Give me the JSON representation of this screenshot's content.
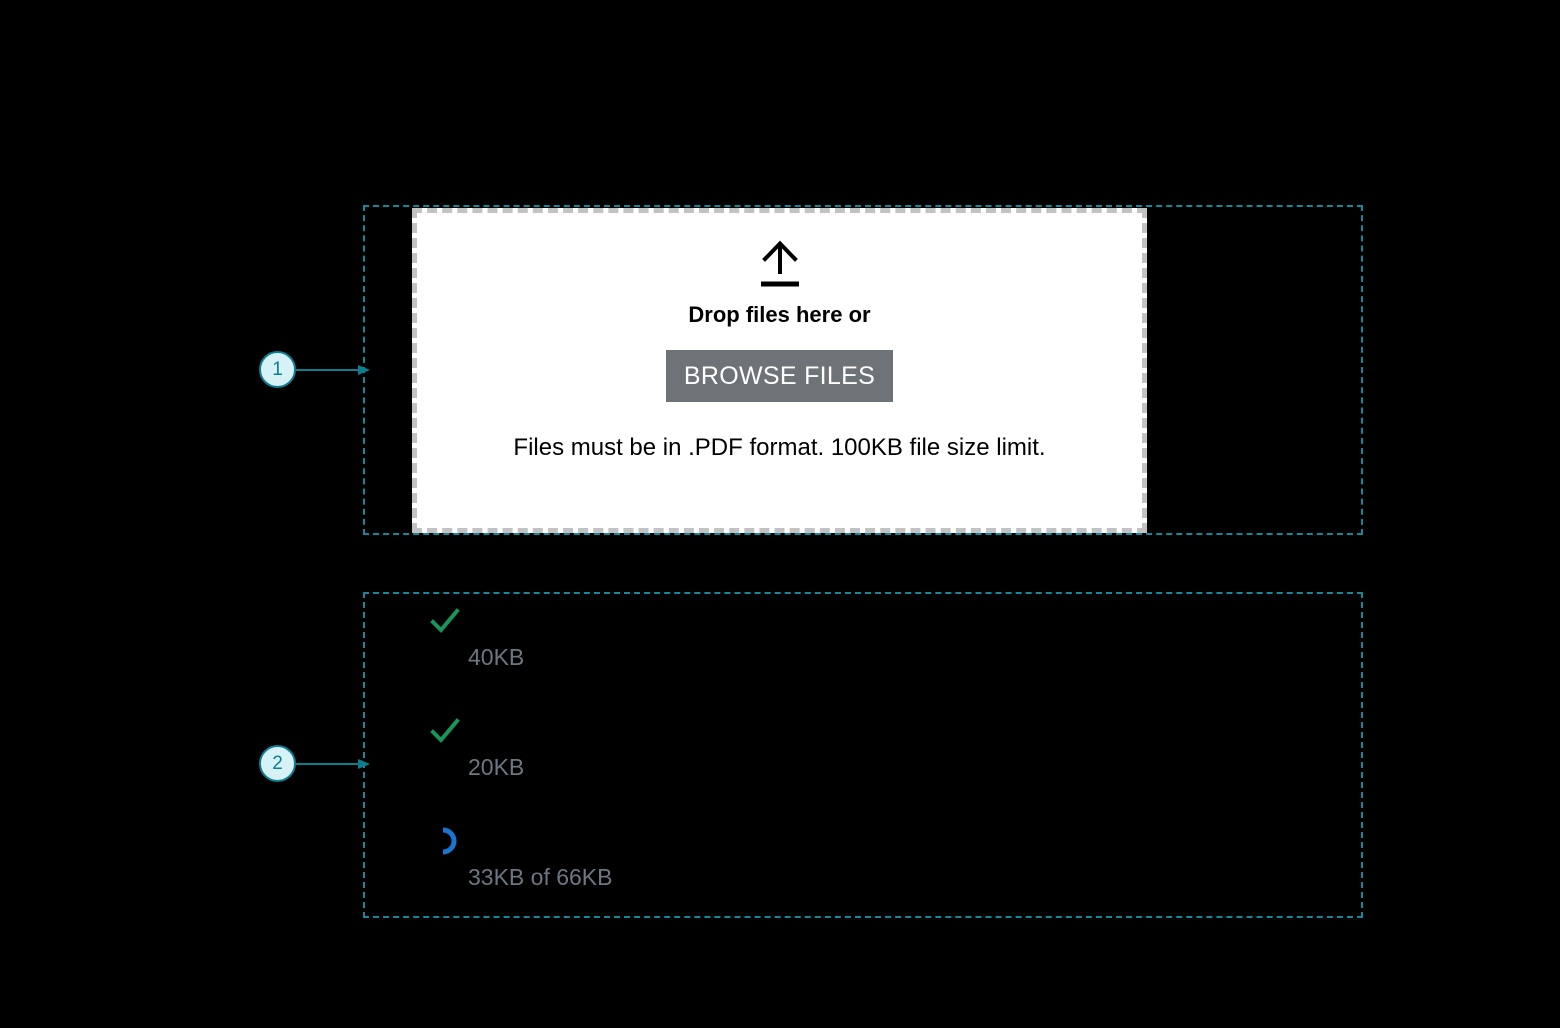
{
  "annotations": {
    "markers": [
      {
        "id": "1",
        "label": "1"
      },
      {
        "id": "2",
        "label": "2"
      }
    ],
    "accent_color": "#0c7e90",
    "callout_border_color": "#128a9c"
  },
  "dropzone": {
    "icon": "upload-arrow-icon",
    "title": "Drop files here or",
    "browse_label": "BROWSE FILES",
    "hint": "Files must be in .PDF format. 100KB file size limit.",
    "border_color": "#c2c2c2",
    "background_color": "#ffffff",
    "button_color": "#6e7378"
  },
  "file_list": {
    "items": [
      {
        "status": "complete",
        "status_icon": "check-icon",
        "name": "",
        "meta": "40KB"
      },
      {
        "status": "complete",
        "status_icon": "check-icon",
        "name": "",
        "meta": "20KB"
      },
      {
        "status": "uploading",
        "status_icon": "spinner-icon",
        "name": "",
        "meta": "33KB of 66KB"
      }
    ],
    "success_color": "#17955a",
    "spinner_color": "#1876d1",
    "meta_color": "#6e7781"
  }
}
